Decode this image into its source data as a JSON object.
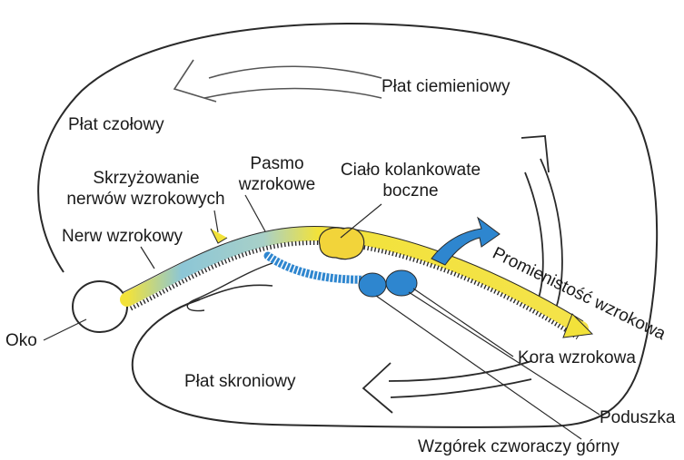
{
  "labels": {
    "parietal_lobe": "Płat ciemieniowy",
    "frontal_lobe": "Płat czołowy",
    "chiasm_line1": "Skrzyżowanie",
    "chiasm_line2": "nerwów wzrokowych",
    "tract_line1": "Pasmo",
    "tract_line2": "wzrokowe",
    "lgn_line1": "Ciało kolankowate",
    "lgn_line2": "boczne",
    "optic_nerve": "Nerw wzrokowy",
    "radiation": "Promienistość wzrokowa",
    "eye": "Oko",
    "visual_cortex": "Kora wzrokowa",
    "temporal_lobe": "Płat skroniowy",
    "pulvinar": "Poduszka",
    "superior_colliculus": "Wzgórek czworaczy górny"
  },
  "colors": {
    "outline": "#2a2a2a",
    "pathway_yellow": "#f2e23a",
    "pathway_blue": "#7fb8d8",
    "structure_blue": "#2e86cf",
    "lgn_yellow": "#f2d43a",
    "arrow_gray": "#555555"
  }
}
